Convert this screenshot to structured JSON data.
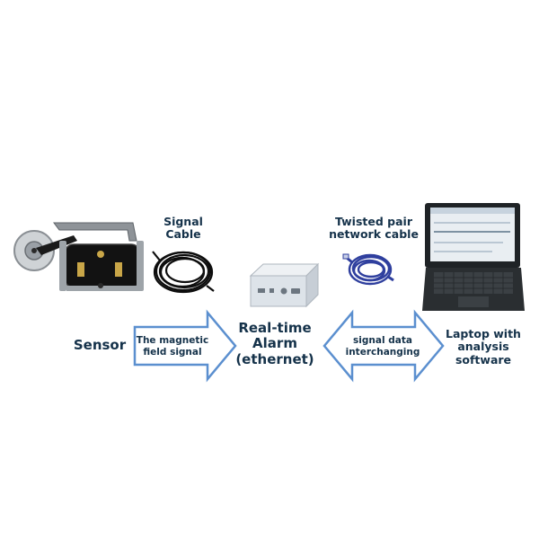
{
  "labels": {
    "signal_cable": "Signal\nCable",
    "twisted_pair": "Twisted pair\nnetwork cable",
    "sensor": "Sensor",
    "magnetic_signal": "The magnetic\nfield signal",
    "alarm": "Real-time\nAlarm\n(ethernet)",
    "signal_data": "signal data\ninterchanging",
    "laptop": "Laptop with\nanalysis\nsoftware"
  },
  "colors": {
    "arrow_stroke": "#5b8fcf",
    "arrow_fill": "#ffffff",
    "text": "#15324a",
    "cable_blue": "#2f3f9e",
    "device_metal": "#d9dfe6",
    "sensor_body": "#121212"
  },
  "icons": {
    "sensor": "sensor-device-icon",
    "signal_cable": "coiled-black-cable-icon",
    "alarm": "alarm-box-icon",
    "network_cable": "blue-network-cable-icon",
    "laptop": "laptop-icon"
  }
}
